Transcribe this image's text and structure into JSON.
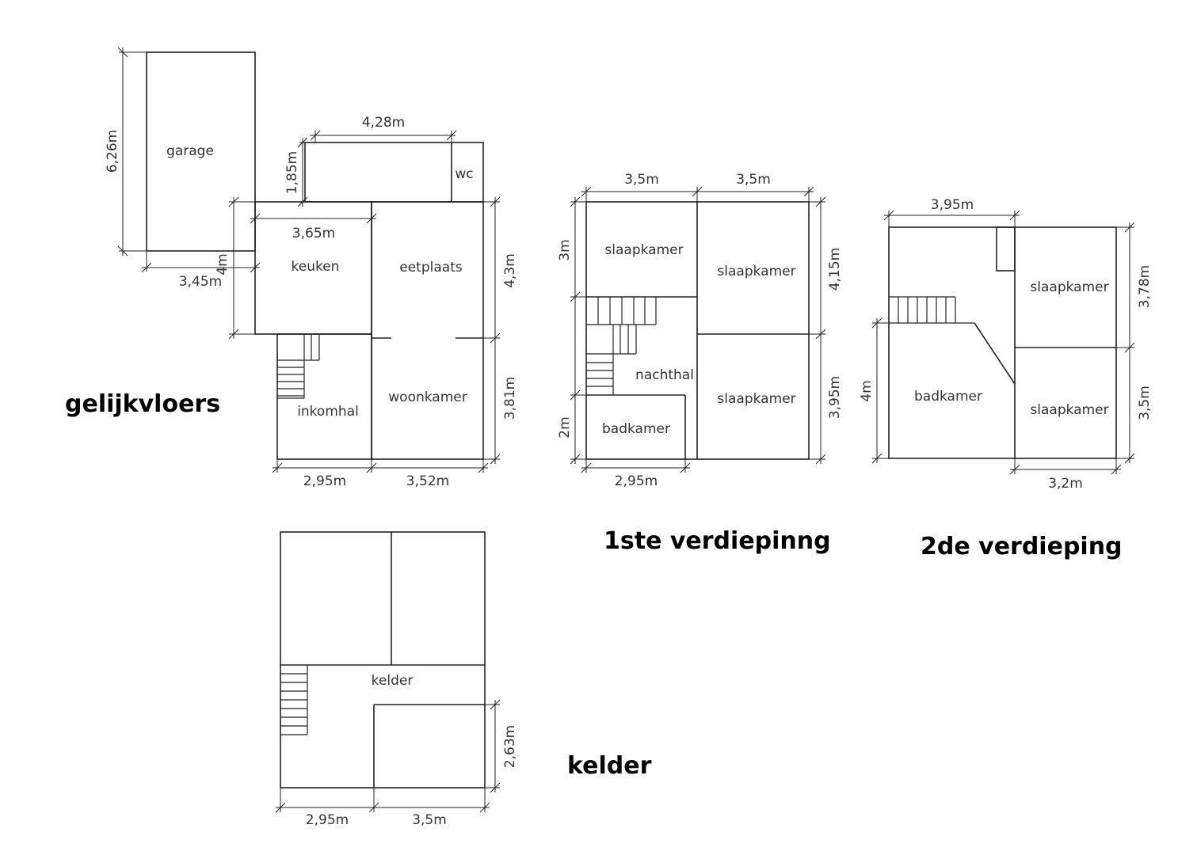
{
  "floors": {
    "ground": {
      "title": "gelijkvloers",
      "rooms": {
        "garage": "garage",
        "wc": "wc",
        "keuken": "keuken",
        "eetplaats": "eetplaats",
        "inkomhal": "inkomhal",
        "woonkamer": "woonkamer"
      },
      "dims": {
        "garage_h": "6,26m",
        "garage_w": "3,45m",
        "top_w": "4,28m",
        "top_h": "1,85m",
        "keuken_w": "3,65m",
        "keuken_h": "4m",
        "right_upper_h": "4,3m",
        "right_lower_h": "3,81m",
        "bottom_left_w": "2,95m",
        "bottom_right_w": "3,52m"
      }
    },
    "first": {
      "title": "1ste verdiepinng",
      "rooms": {
        "slaapkamer_tl": "slaapkamer",
        "slaapkamer_tr": "slaapkamer",
        "nachthal": "nachthal",
        "slaapkamer_br": "slaapkamer",
        "badkamer": "badkamer"
      },
      "dims": {
        "top_left_w": "3,5m",
        "top_right_w": "3,5m",
        "left_upper_h": "3m",
        "left_lower_h": "2m",
        "right_upper_h": "4,15m",
        "right_lower_h": "3,95m",
        "bottom_w": "2,95m"
      }
    },
    "second": {
      "title": "2de verdieping",
      "rooms": {
        "slaapkamer_top": "slaapkamer",
        "slaapkamer_bottom": "slaapkamer",
        "badkamer": "badkamer"
      },
      "dims": {
        "top_w": "3,95m",
        "left_h": "4m",
        "right_upper_h": "3,78m",
        "right_lower_h": "3,5m",
        "bottom_w": "3,2m"
      }
    },
    "basement": {
      "title": "kelder",
      "rooms": {
        "kelder": "kelder"
      },
      "dims": {
        "right_h": "2,63m",
        "bottom_left_w": "2,95m",
        "bottom_right_w": "3,5m"
      }
    }
  }
}
